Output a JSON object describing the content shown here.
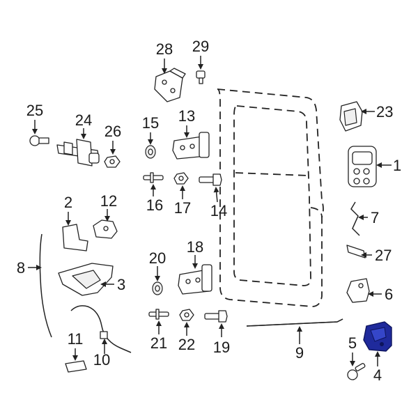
{
  "diagram": {
    "labels": [
      "1",
      "2",
      "3",
      "4",
      "5",
      "6",
      "7",
      "8",
      "9",
      "10",
      "11",
      "12",
      "13",
      "14",
      "15",
      "16",
      "17",
      "18",
      "19",
      "20",
      "21",
      "22",
      "23",
      "24",
      "25",
      "26",
      "27",
      "28",
      "29"
    ]
  },
  "colors": {
    "highlight": "#1f2a9c",
    "line": "#222222",
    "background": "#ffffff"
  }
}
